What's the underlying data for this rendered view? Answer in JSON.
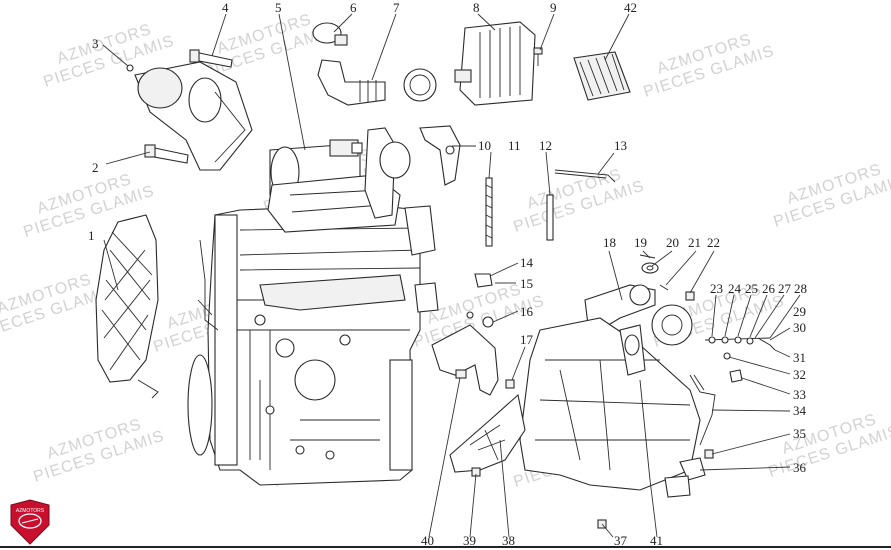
{
  "diagram": {
    "type": "exploded-parts-diagram",
    "subject": "engine",
    "callouts": [
      "1",
      "2",
      "3",
      "4",
      "5",
      "6",
      "7",
      "8",
      "9",
      "10",
      "11",
      "12",
      "13",
      "14",
      "15",
      "16",
      "17",
      "18",
      "19",
      "20",
      "21",
      "22",
      "23",
      "24",
      "25",
      "26",
      "27",
      "28",
      "29",
      "30",
      "31",
      "32",
      "33",
      "34",
      "35",
      "36",
      "37",
      "38",
      "39",
      "40",
      "41",
      "42"
    ]
  },
  "watermark": {
    "line1": "AZMOTORS",
    "line2": "PIECES GLAMIS",
    "color": "#d2d2d2"
  },
  "logo": {
    "text": "AZMOTORS",
    "shield_color": "#c8102e"
  }
}
